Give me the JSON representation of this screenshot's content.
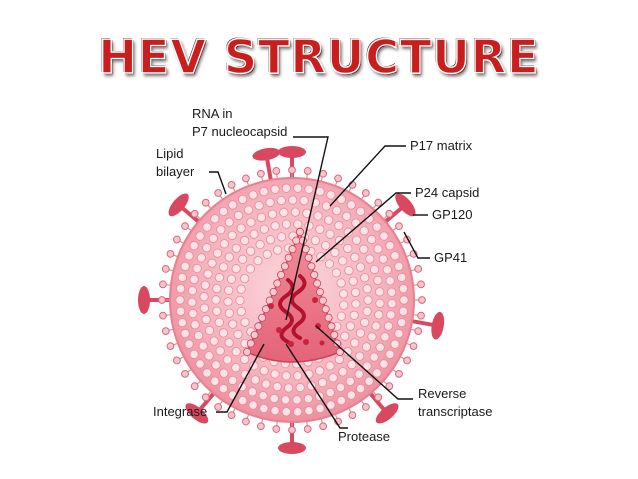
{
  "title": "HEV STRUCTURE",
  "labels": {
    "rna_line1": "RNA in",
    "rna_line2": "P7 nucleocapsid",
    "lipid_line1": "Lipid",
    "lipid_line2": "bilayer",
    "p17": "P17 matrix",
    "p24": "P24 capsid",
    "gp120": "GP120",
    "gp41": "GP41",
    "reverse_line1": "Reverse",
    "reverse_line2": "transcriptase",
    "integrase": "Integrase",
    "protease": "Protease"
  },
  "colors": {
    "title": "#c81e1e",
    "envelope": "#f4a3ae",
    "matrix": "#f7b6c0",
    "capsid": "#e8707f",
    "rna": "#b3122e",
    "spike": "#d8485e",
    "line": "#111111"
  }
}
